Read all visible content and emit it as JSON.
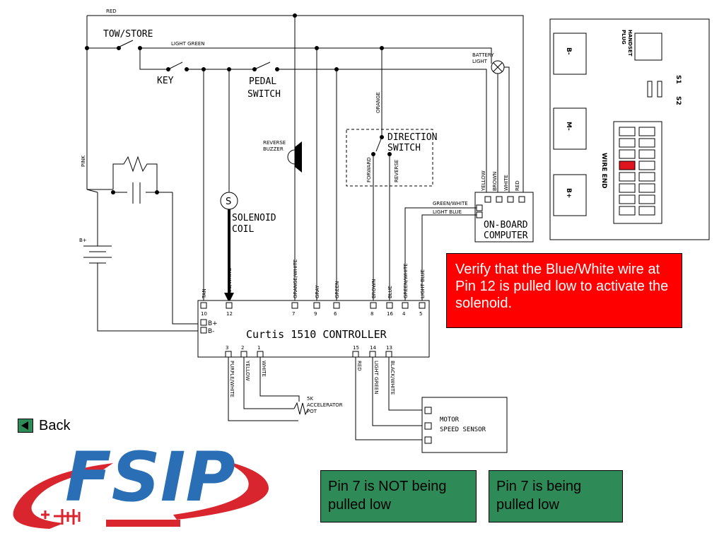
{
  "wires": {
    "red": "RED",
    "light_green": "LIGHT GREEN",
    "pink": "PINK",
    "orange": "ORANGE",
    "battery_light": [
      "BATTERY",
      "LIGHT"
    ]
  },
  "components": {
    "tow_store": "TOW/STORE",
    "key": "KEY",
    "pedal_switch": [
      "PEDAL",
      "SWITCH"
    ],
    "reverse_buzzer": [
      "REVERSE",
      "BUZZER"
    ],
    "direction_switch": [
      "DIRECTION",
      "SWITCH"
    ],
    "forward": "FORWARD",
    "reverse": "REVERSE",
    "solenoid_symbol": "S",
    "solenoid_coil": [
      "SOLENOID",
      "COIL"
    ],
    "battery": "B+",
    "onboard_computer": [
      "ON-BOARD",
      "COMPUTER"
    ],
    "green_white": "GREEN/WHITE",
    "light_blue": "LIGHT BLUE",
    "obc_wires": [
      "YELLOW",
      "BROWN",
      "WHITE",
      "RED"
    ],
    "controller": "Curtis  1510  CONTROLLER",
    "controller_b_plus": "B+",
    "controller_b_minus": "B-",
    "accelerator_pot": [
      "5K",
      "ACCELERATOR",
      "POT"
    ],
    "motor_speed_sensor": [
      "MOTOR",
      "SPEED SENSOR"
    ]
  },
  "controller_pins_top": [
    {
      "wire": "TAN",
      "pin": "10"
    },
    {
      "wire": "BLUE/WHITE",
      "pin": "12"
    },
    {
      "wire": "ORANGE/WHITE",
      "pin": "7"
    },
    {
      "wire": "GRAY",
      "pin": "9"
    },
    {
      "wire": "GREEN",
      "pin": "6"
    },
    {
      "wire": "BROWN",
      "pin": "8"
    },
    {
      "wire": "BLUE",
      "pin": "16"
    },
    {
      "wire": "GREEN/WHITE",
      "pin": "4"
    },
    {
      "wire": "LIGHT BLUE",
      "pin": "5"
    }
  ],
  "controller_pins_bottom": [
    {
      "wire": "PURPLE/WHITE",
      "pin": "3"
    },
    {
      "wire": "YELLOW",
      "pin": "2"
    },
    {
      "wire": "WHITE",
      "pin": "1"
    },
    {
      "wire": "RED",
      "pin": "15"
    },
    {
      "wire": "LIGHT GREEN",
      "pin": "14"
    },
    {
      "wire": "BLACK/WHITE",
      "pin": "13"
    }
  ],
  "connector_panel": {
    "handset_plug": [
      "HANDSET",
      "PLUG"
    ],
    "s1": "S1",
    "s2": "S2",
    "b_minus": "B-",
    "m_minus": "M-",
    "b_plus": "B+",
    "wire_end": "WIRE END",
    "highlight_color": "#e0141e"
  },
  "info": {
    "text": "Verify that the Blue/White wire at Pin 12 is pulled low to activate the solenoid.",
    "bg_color": "#ff0000"
  },
  "options": [
    {
      "label": "Pin 7 is NOT being pulled low"
    },
    {
      "label": "Pin 7 is being pulled low"
    }
  ],
  "nav": {
    "back_label": "Back"
  },
  "logo": {
    "text": "FSIP",
    "color": "#2a6fb5",
    "swoosh_color": "#d9262e"
  }
}
